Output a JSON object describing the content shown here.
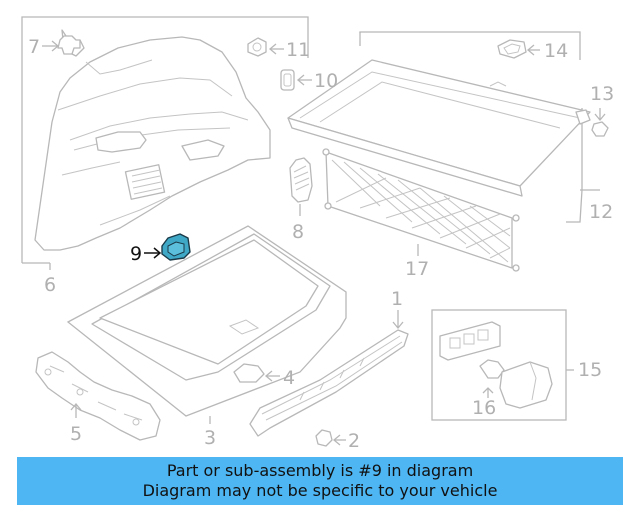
{
  "diagram": {
    "callouts": {
      "c1": "1",
      "c2": "2",
      "c3": "3",
      "c4": "4",
      "c5": "5",
      "c6": "6",
      "c7": "7",
      "c8": "8",
      "c9": "9",
      "c10": "10",
      "c11": "11",
      "c12": "12",
      "c13": "13",
      "c14": "14",
      "c15": "15",
      "c16": "16",
      "c17": "17"
    },
    "highlight_part": "9",
    "colors": {
      "line": "#b8b8b8",
      "highlight_fill": "#3fa8c6",
      "banner_bg": "#4db6f3"
    }
  },
  "banner": {
    "line1": "Part or sub-assembly is #9 in diagram",
    "line2": "Diagram may not be specific to your vehicle"
  }
}
